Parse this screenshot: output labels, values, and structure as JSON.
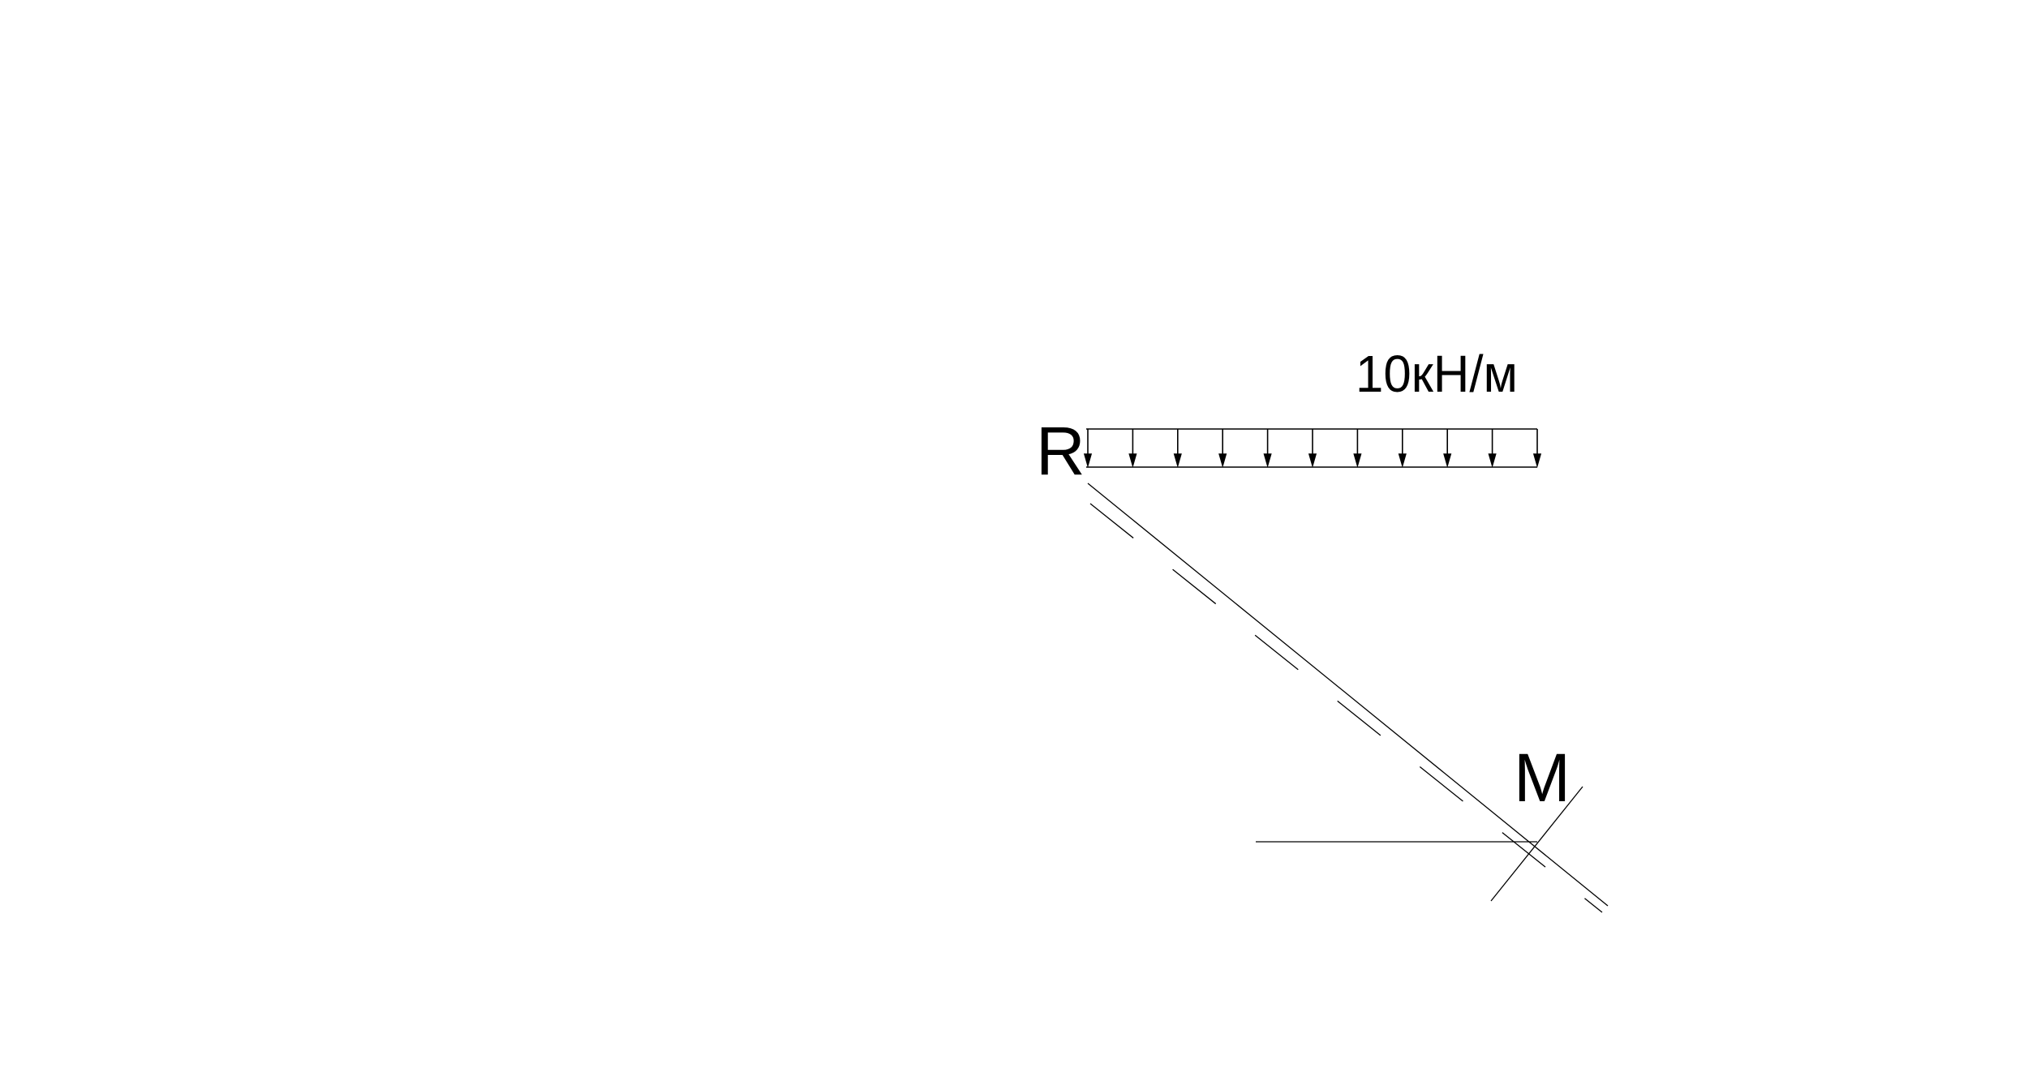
{
  "diagram": {
    "load_label": "10кН/м",
    "point_r_label": "R",
    "point_m_label": "M",
    "load_arrow_count": 11,
    "colors": {
      "line": "#000000",
      "background": "#ffffff"
    }
  }
}
